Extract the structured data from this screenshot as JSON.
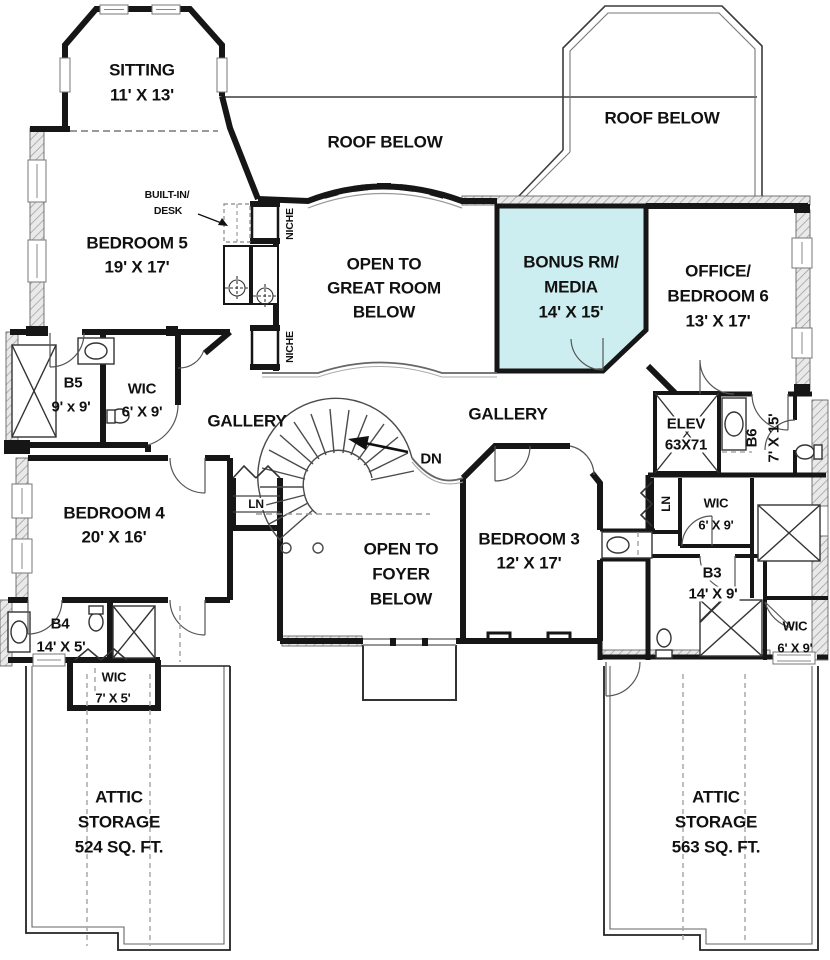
{
  "colors": {
    "bonus_room_fill": "#cdeef0",
    "wall": "#161616",
    "dashed_line": "#999999"
  },
  "labels": {
    "sitting": {
      "name": "SITTING",
      "dims": "11' X 13'"
    },
    "roof_below_mid": "ROOF BELOW",
    "roof_below_right": "ROOF BELOW",
    "built_in_desk": {
      "line1": "BUILT-IN/",
      "line2": "DESK"
    },
    "bedroom5": {
      "name": "BEDROOM 5",
      "dims": "19' X 17'"
    },
    "niche_top": "NICHE",
    "niche_bottom": "NICHE",
    "open_to_great_room": {
      "line1": "OPEN TO",
      "line2": "GREAT ROOM",
      "line3": "BELOW"
    },
    "bonus_media": {
      "line1": "BONUS RM/",
      "line2": "MEDIA",
      "dims": "14' X 15'"
    },
    "office_bedroom6": {
      "line1": "OFFICE/",
      "line2": "BEDROOM 6",
      "dims": "13' X 17'"
    },
    "bath5": {
      "name": "B5",
      "dims": "9' x 9'"
    },
    "wic_bath5": {
      "name": "WIC",
      "dims": "6' X 9'"
    },
    "gallery_left": "GALLERY",
    "gallery_right": "GALLERY",
    "elevator": {
      "name": "ELEV",
      "dims": "63X71"
    },
    "bath6": {
      "name": "B6",
      "dims": "7' X 15'"
    },
    "linen_right": "LN",
    "wic_right": {
      "name": "WIC",
      "dims": "6' X 9'"
    },
    "bedroom4": {
      "name": "BEDROOM 4",
      "dims": "20' X 16'"
    },
    "linen_left": "LN",
    "stairs_down": "DN",
    "open_to_foyer": {
      "line1": "OPEN TO",
      "line2": "FOYER",
      "line3": "BELOW"
    },
    "bedroom3": {
      "name": "BEDROOM 3",
      "dims": "12' X 17'"
    },
    "bath3": {
      "name": "B3",
      "dims": "14' X 9'"
    },
    "wic_bottom_right": {
      "name": "WIC",
      "dims": "6' X 9'"
    },
    "bath4": {
      "name": "B4",
      "dims": "14' X 5'"
    },
    "wic_bath4": {
      "name": "WIC",
      "dims": "7' X 5'"
    },
    "attic_left": {
      "line1": "ATTIC",
      "line2": "STORAGE",
      "line3": "524 SQ. FT."
    },
    "attic_right": {
      "line1": "ATTIC",
      "line2": "STORAGE",
      "line3": "563 SQ. FT."
    }
  }
}
